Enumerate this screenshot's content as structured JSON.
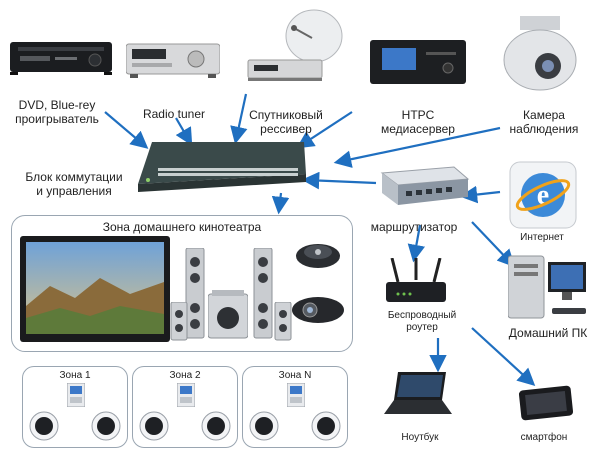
{
  "colors": {
    "arrow": "#1f6fc0",
    "switch_body": "#3a4a4a",
    "border": "#9aa6b2"
  },
  "devices": {
    "dvd": {
      "label": "DVD, Blue-rey\nпроигрыватель",
      "icon": "dvd-player-icon"
    },
    "radio": {
      "label": "Radio tuner",
      "icon": "radio-tuner-icon"
    },
    "satellite": {
      "label": "Спутниковый\nрессивер",
      "icon": "satellite-receiver-icon"
    },
    "htpc": {
      "label": "HTPC\nмедиасервер",
      "icon": "htpc-server-icon"
    },
    "camera": {
      "label": "Камера\nнаблюдения",
      "icon": "camera-icon"
    },
    "switch": {
      "label": "Блок коммутации\nи управления",
      "icon": "switch-icon"
    },
    "router": {
      "label": "маршрутизатор",
      "icon": "router-icon"
    },
    "internet": {
      "label": "Интернет",
      "icon": "internet-icon"
    },
    "wifi": {
      "label": "Беспроводный\nроутер",
      "icon": "wifi-router-icon"
    },
    "pc": {
      "label": "Домашний ПК",
      "icon": "pc-icon"
    },
    "laptop": {
      "label": "Ноутбук",
      "icon": "laptop-icon"
    },
    "phone": {
      "label": "смартфон",
      "icon": "smartphone-icon"
    }
  },
  "home_theater": {
    "title": "Зона домашнего кинотеатра"
  },
  "zones": [
    {
      "title": "Зона 1"
    },
    {
      "title": "Зона 2"
    },
    {
      "title": "Зона N"
    }
  ]
}
